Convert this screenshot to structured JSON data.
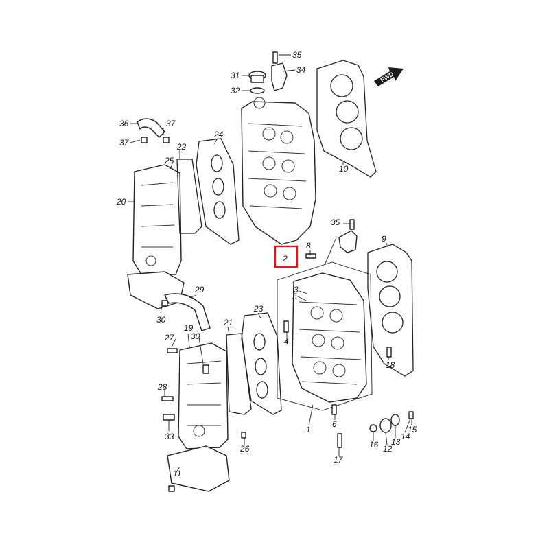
{
  "diagram": {
    "fwd_label": "FWD",
    "highlight_color": "#d91a22",
    "highlighted_callout": "2",
    "callouts": [
      "35",
      "34",
      "31",
      "32",
      "36",
      "37",
      "37",
      "24",
      "22",
      "25",
      "20",
      "10",
      "35",
      "9",
      "8",
      "2",
      "3",
      "5",
      "29",
      "30",
      "23",
      "21",
      "19",
      "30",
      "27",
      "4",
      "28",
      "33",
      "18",
      "6",
      "1",
      "16",
      "12",
      "13",
      "14",
      "15",
      "17",
      "26",
      "11"
    ]
  }
}
